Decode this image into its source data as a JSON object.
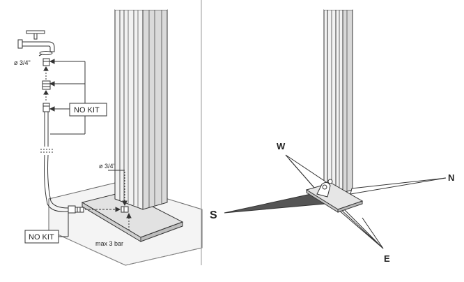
{
  "labels": {
    "tap_diameter": "ø 3/4\"",
    "no_kit_top": "NO KIT",
    "no_kit_bottom": "NO KIT",
    "inlet_diameter": "ø 3/4\"",
    "max_pressure": "max 3 bar"
  },
  "compass": {
    "west": "W",
    "north": "N",
    "south": "S",
    "east": "E"
  },
  "colors": {
    "line": "#333333",
    "shade": "#555555",
    "light": "#d8d8d8"
  }
}
